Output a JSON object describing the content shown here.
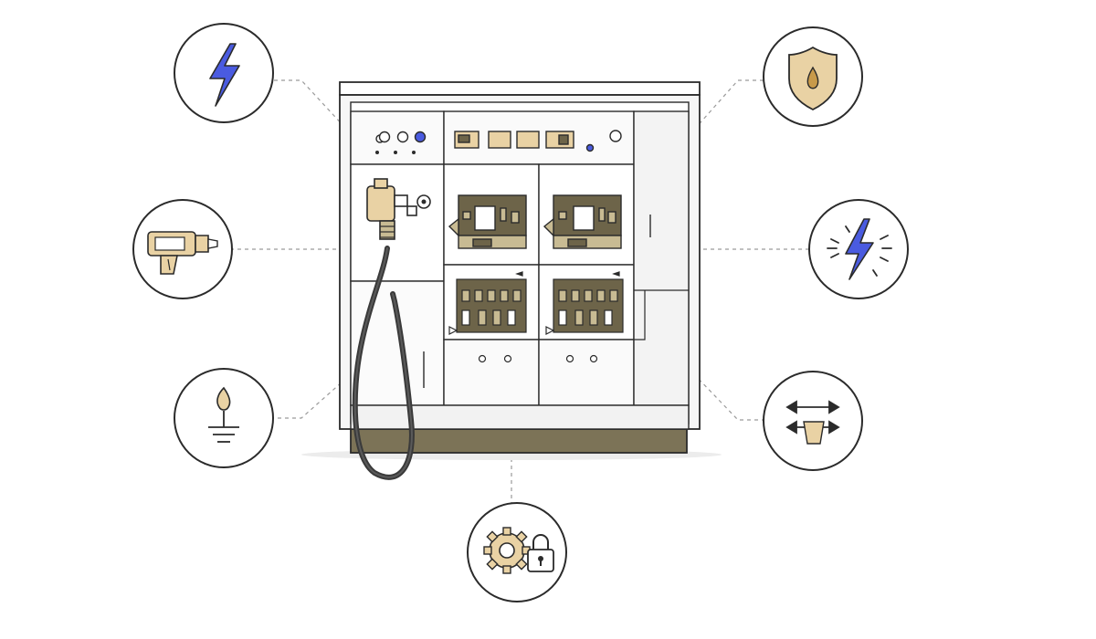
{
  "diagram": {
    "subject": "switchgear-cabinet",
    "colors": {
      "outline": "#2b2b2b",
      "panel_fill": "#ffffff",
      "cabinet_fill": "#f6f6f6",
      "accent_blue": "#4a5be0",
      "accent_tan": "#e9d2a4",
      "accent_tan_stroke": "#b89b62",
      "breaker_olive": "#6d6449",
      "breaker_light": "#c8bb93",
      "plinth": "#7c7357",
      "connector": "#9a9a9a"
    },
    "icons": [
      {
        "id": "top-left",
        "icon": "lightning-bolt-icon"
      },
      {
        "id": "mid-left",
        "icon": "drill-tool-icon"
      },
      {
        "id": "bottom-left",
        "icon": "grounding-flame-icon"
      },
      {
        "id": "bottom-center",
        "icon": "gear-lock-icon"
      },
      {
        "id": "top-right",
        "icon": "shield-drop-icon"
      },
      {
        "id": "mid-right",
        "icon": "electric-spark-icon"
      },
      {
        "id": "bottom-right",
        "icon": "two-way-arrows-icon"
      }
    ]
  }
}
